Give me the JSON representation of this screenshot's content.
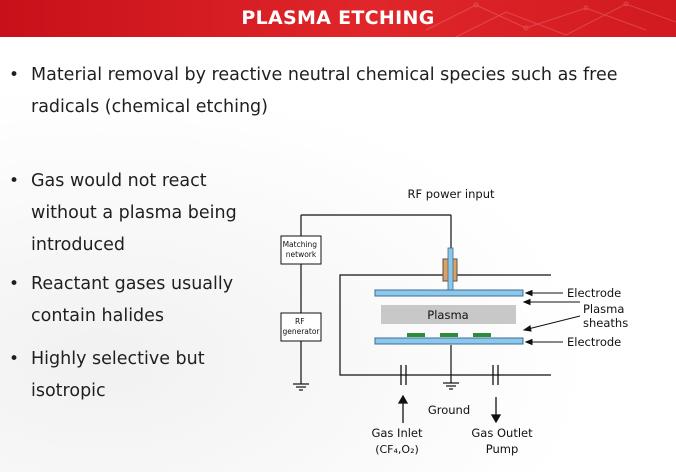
{
  "header": {
    "title": "PLASMA ETCHING"
  },
  "bullets": [
    {
      "text": "Material removal by reactive neutral chemical species such as free radicals (chemical etching)"
    },
    {
      "text": "Gas would not react without a plasma being introduced"
    },
    {
      "text": "Reactant gases usually contain halides"
    },
    {
      "text": "Highly selective but isotropic"
    }
  ],
  "diagram": {
    "rf_power_input": "RF power input",
    "matching_network": "Matching network",
    "rf_generator": "RF generator",
    "electrode_top": "Electrode",
    "plasma": "Plasma",
    "plasma_sheaths": "Plasma sheaths",
    "electrode_bottom": "Electrode",
    "ground": "Ground",
    "gas_inlet": "Gas Inlet",
    "gas_inlet_formula": "(CF₄,O₂)",
    "gas_outlet": "Gas Outlet",
    "pump": "Pump",
    "colors": {
      "electrode": "#8cc8ec",
      "plasma": "#c8c8c8",
      "wafer": "#2e8b3d",
      "coupler": "#e0a060",
      "header": "#d11a20"
    }
  }
}
